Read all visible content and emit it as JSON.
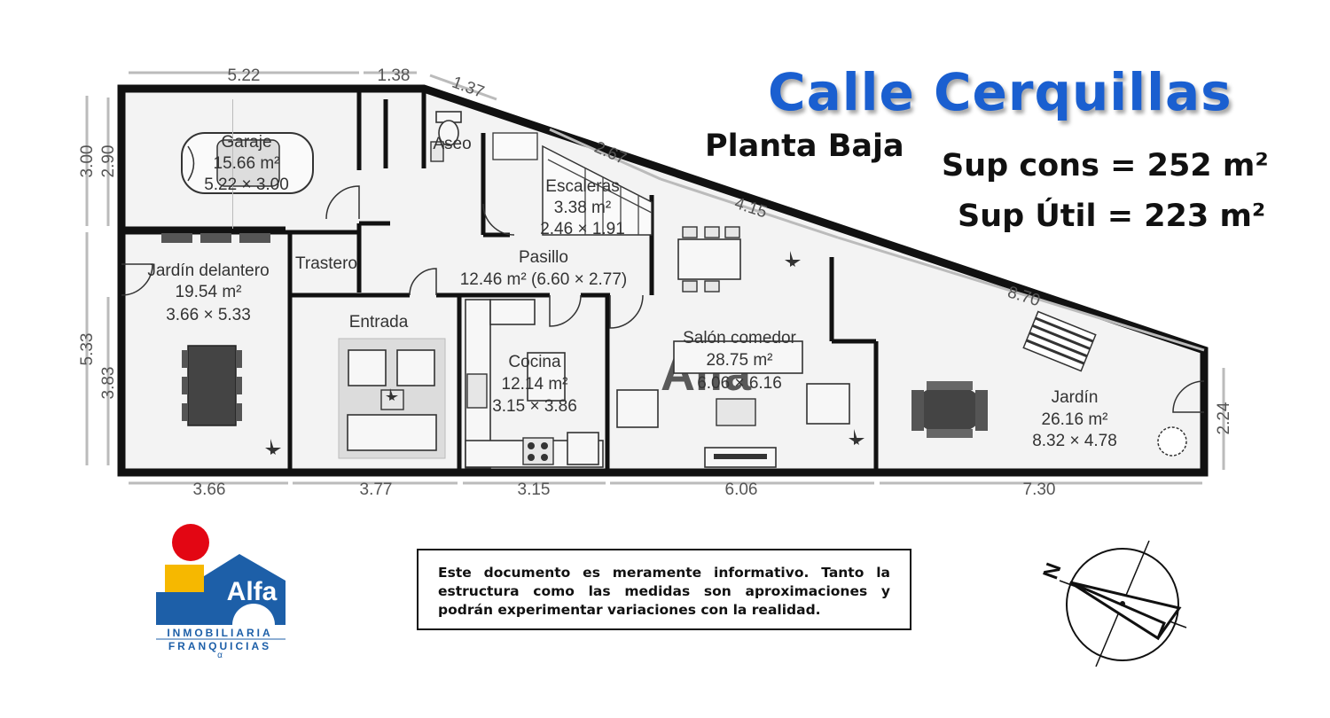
{
  "title": "Calle Cerquillas",
  "subtitle": "Planta Baja",
  "surfaces": {
    "built": "Sup cons = 252 m²",
    "useful": "Sup Útil = 223 m²"
  },
  "disclaimer": "Este documento es meramente informativo. Tanto la estructura como las medidas son aproximaciones y podrán experimentar variaciones con la realidad.",
  "logo": {
    "brand": "Alfa",
    "line1": "INMOBILIARIA",
    "line2": "FRANQUICIAS",
    "mark": "α",
    "colors": {
      "red": "#e30613",
      "blue": "#1d5fa8",
      "yellow": "#f6b800"
    }
  },
  "watermark": "Alfa",
  "compass": {
    "label": "N"
  },
  "rooms": {
    "garaje": {
      "name": "Garaje",
      "area": "15.66 m²",
      "dims": "5.22 × 3.00"
    },
    "aseo": {
      "name": "Aseo"
    },
    "escaleras": {
      "name": "Escaleras",
      "area": "3.38 m²",
      "dims": "2.46 × 1.91"
    },
    "jardin_delantero": {
      "name": "Jardín delantero",
      "area": "19.54 m²",
      "dims": "3.66 × 5.33"
    },
    "trastero": {
      "name": "Trastero"
    },
    "pasillo": {
      "name": "Pasillo",
      "area": "12.46 m² (6.60 × 2.77)"
    },
    "entrada": {
      "name": "Entrada"
    },
    "cocina": {
      "name": "Cocina",
      "area": "12.14 m²",
      "dims": "3.15 × 3.86"
    },
    "salon": {
      "name": "Salón comedor",
      "area": "28.75 m²",
      "dims": "6.06 × 6.16"
    },
    "jardin": {
      "name": "Jardín",
      "area": "26.16 m²",
      "dims": "8.32 × 4.78"
    }
  },
  "dimensions": {
    "top_garage": "5.22",
    "top_small": "1.38",
    "diag_1": "1.37",
    "diag_2": "2.67",
    "diag_3": "4.15",
    "diag_4": "8.70",
    "left_outer_top": "3.00",
    "left_inner_top": "2.90",
    "left_outer_bottom": "5.33",
    "left_inner_bottom": "3.83",
    "right": "2.24",
    "bottom_1": "3.66",
    "bottom_2": "3.77",
    "bottom_3": "3.15",
    "bottom_4": "6.06",
    "bottom_5": "7.30"
  }
}
